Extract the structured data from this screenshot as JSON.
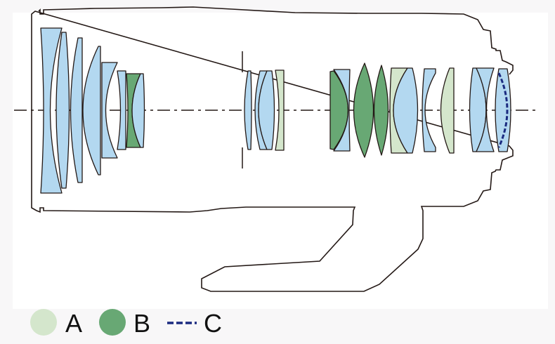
{
  "colors": {
    "lens_standard": "#b3d8f0",
    "lens_A": "#d4e6cc",
    "lens_B": "#68a874",
    "surface_C": "#1a2a80",
    "outline": "#231815"
  },
  "legend": [
    {
      "key": "A",
      "label": "A",
      "symbol": "light-green-circle"
    },
    {
      "key": "B",
      "label": "B",
      "symbol": "green-circle"
    },
    {
      "key": "C",
      "label": "C",
      "symbol": "navy-dashed-line"
    }
  ]
}
